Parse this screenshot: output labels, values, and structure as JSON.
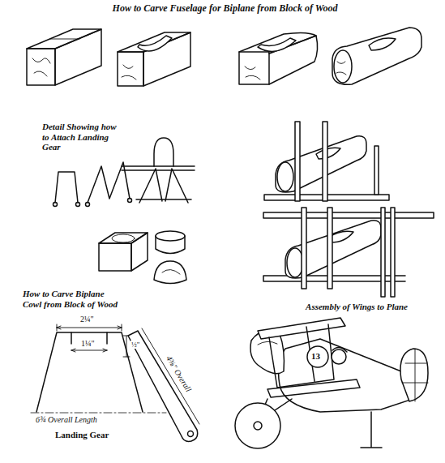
{
  "diagram": {
    "title": "How to Carve Fuselage for Biplane from Block of Wood",
    "labels": [
      "Detail Showing how to Attach Landing Gear",
      "How to Carve Biplane Cowl from Block of Wood",
      "Assembly of Wings to Plane",
      "2¼\"",
      "1¼\"",
      "½\"",
      "6¾ Overall Length",
      "Landing Gear",
      "4⅜\" Overall",
      "13"
    ]
  }
}
